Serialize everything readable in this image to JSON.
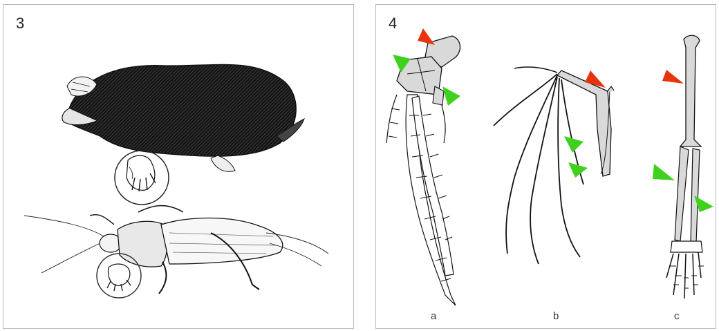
{
  "panels": [
    {
      "number": "3"
    },
    {
      "number": "4",
      "sublabels": [
        "a",
        "b",
        "c"
      ]
    }
  ],
  "colors": {
    "marker_red": "#e8330f",
    "marker_green": "#3fd11d",
    "bone_fill": "#d9d9d9",
    "outline": "#1a1a1a"
  }
}
